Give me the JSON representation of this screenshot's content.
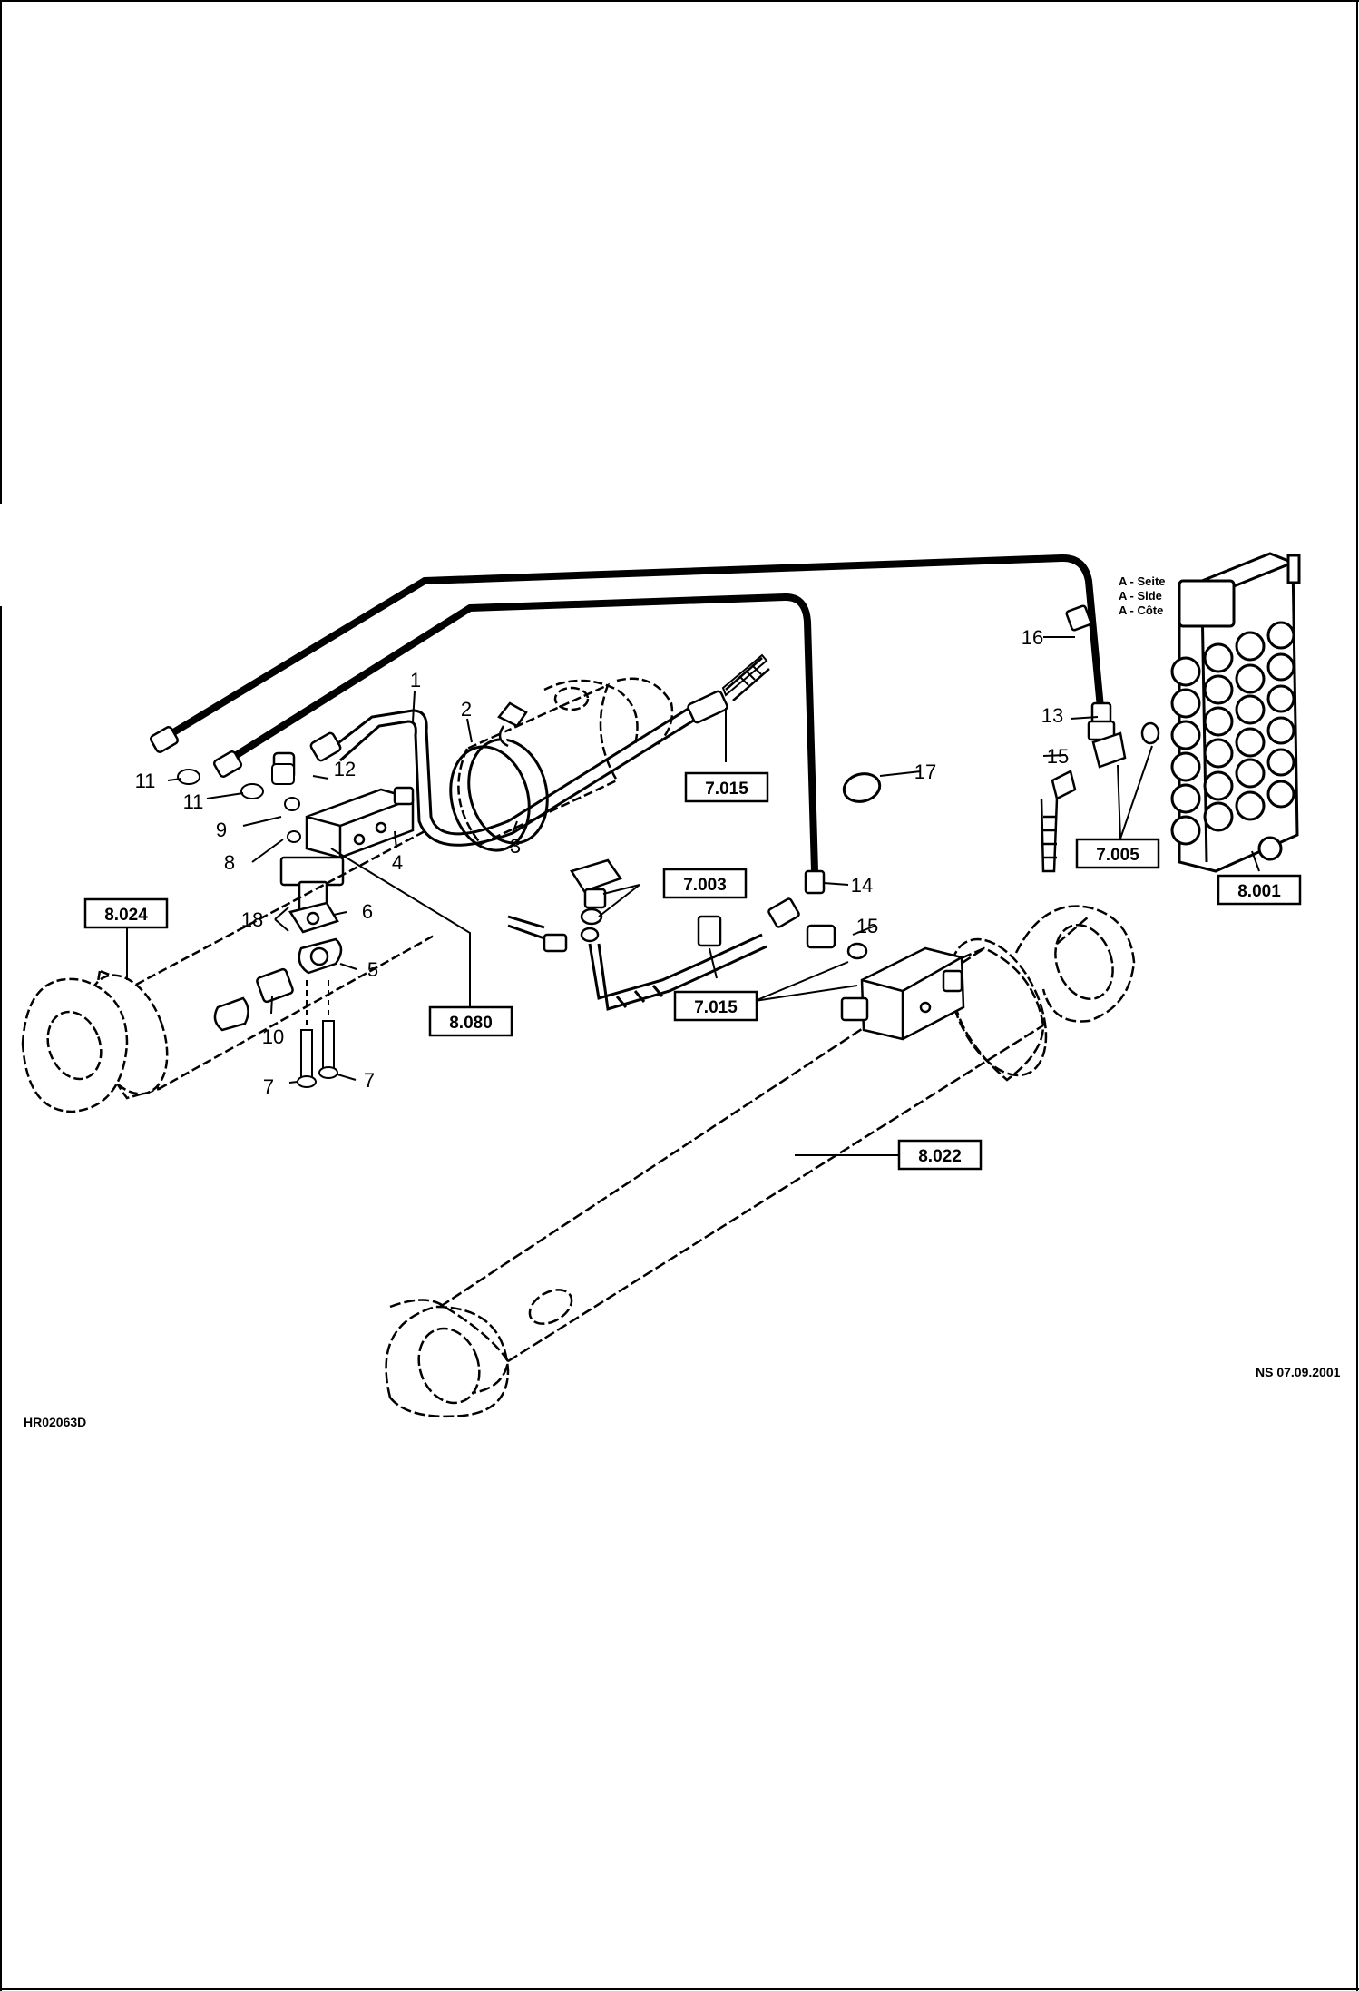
{
  "drawing": {
    "drawing_id": "HR02063D",
    "date_stamp": "NS 07.09.2001",
    "side_labels": [
      "A - Seite",
      "A - Side",
      "A - Côte"
    ]
  },
  "ref_boxes": [
    "8.024",
    "8.080",
    "7.015",
    "7.003",
    "7.015",
    "7.005",
    "8.001",
    "8.022"
  ],
  "callouts": [
    "1",
    "2",
    "3",
    "4",
    "5",
    "6",
    "7",
    "7",
    "8",
    "9",
    "10",
    "11",
    "11",
    "12",
    "13",
    "14",
    "15",
    "15",
    "16",
    "17",
    "18"
  ]
}
